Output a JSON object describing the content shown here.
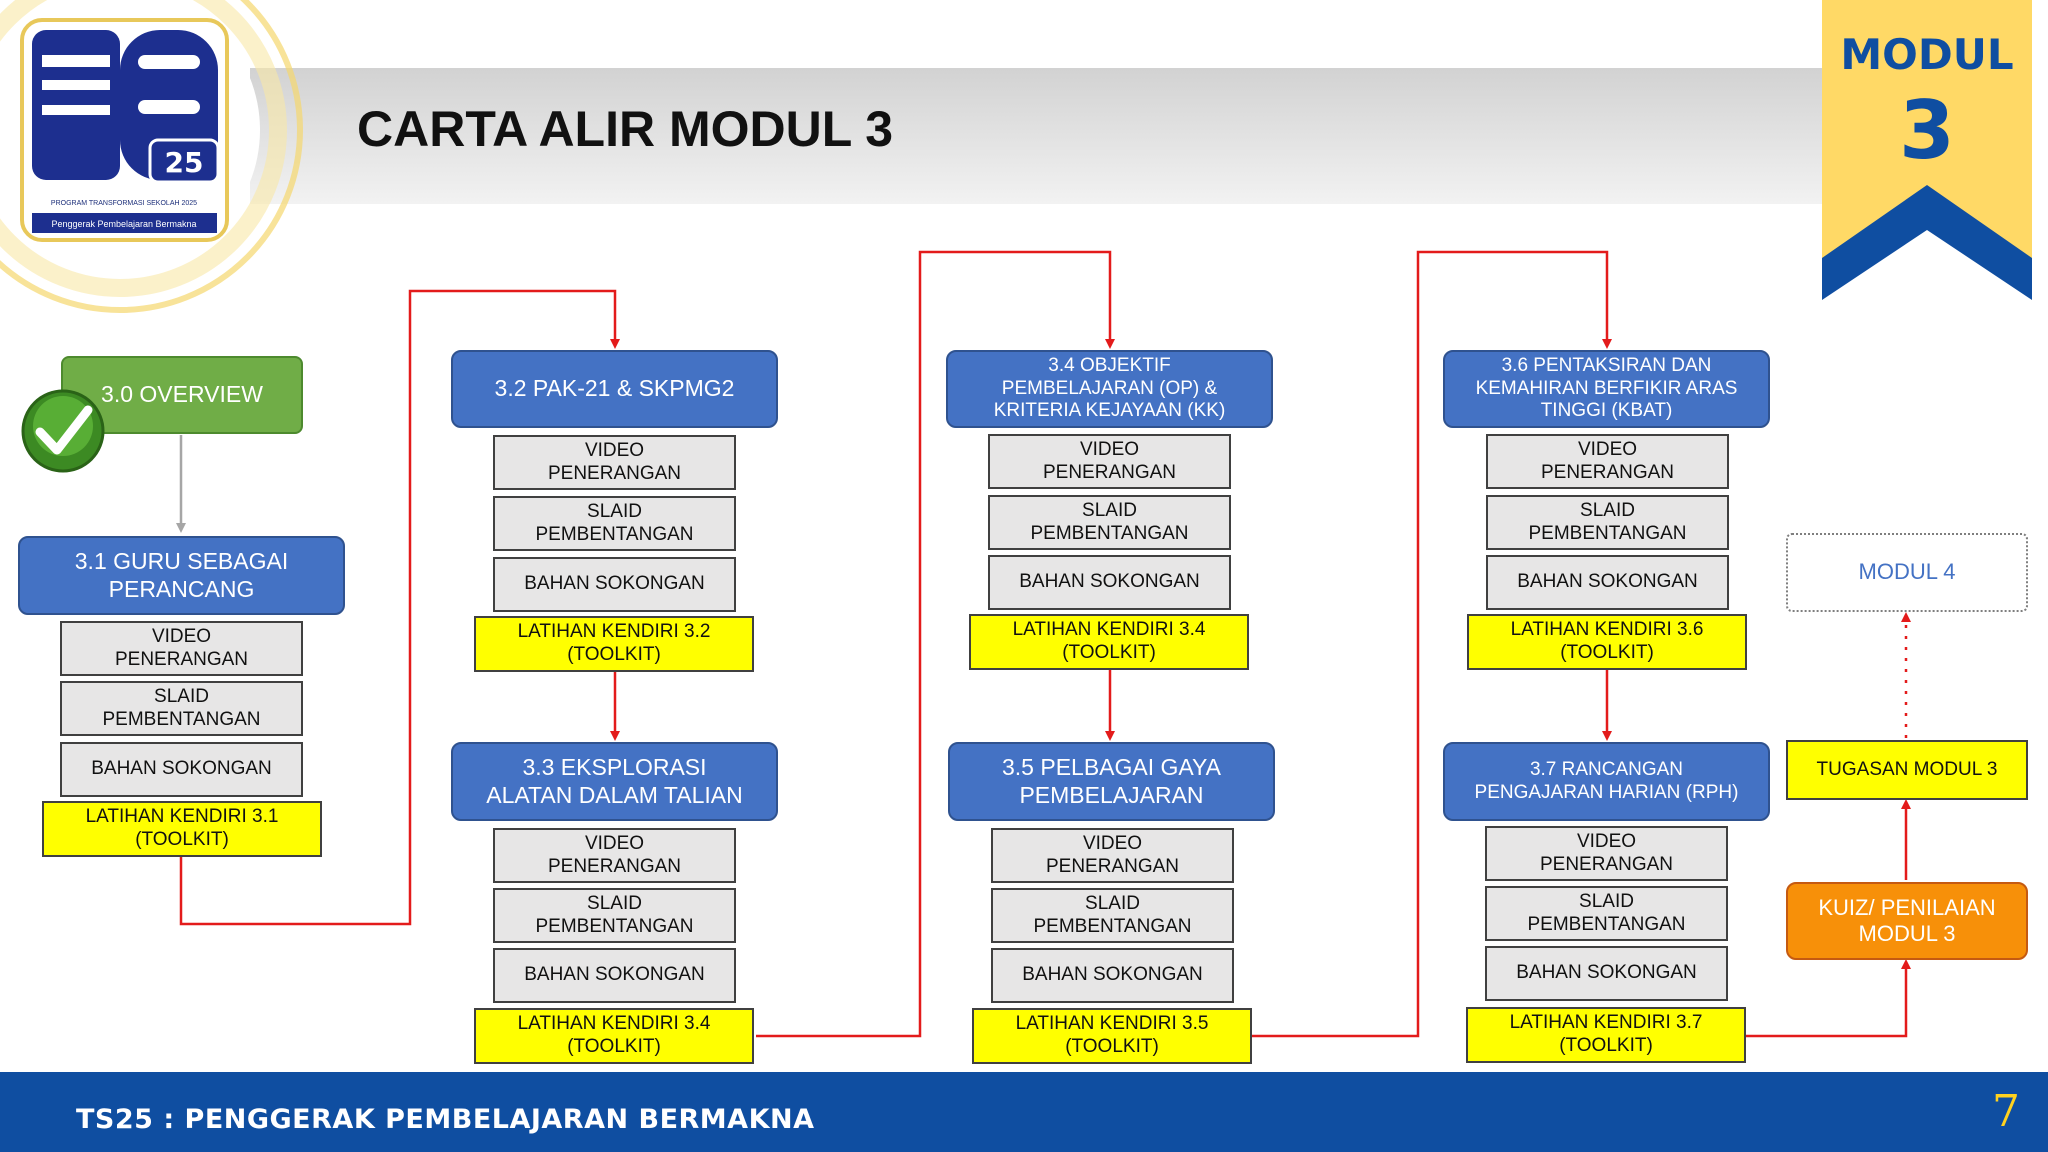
{
  "header": {
    "title": "CARTA ALIR MODUL 3",
    "badge_line1": "MODUL",
    "badge_line2": "3"
  },
  "logo": {
    "mark": "TS",
    "number": "25",
    "caption1": "PROGRAM TRANSFORMASI SEKOLAH 2025",
    "caption2": "Penggerak Pembelajaran Bermakna"
  },
  "colors": {
    "brand_blue": "#0f4ea1",
    "box_blue": "#4472c4",
    "box_green": "#70ad47",
    "box_yellow": "#ffff00",
    "box_gray": "#e7e6e6",
    "box_orange": "#f79009",
    "arrow_red": "#e31b1b",
    "badge_yellow": "#ffd966"
  },
  "col1": {
    "overview": "3.0 OVERVIEW",
    "m31": "3.1 GURU SEBAGAI\nPERANCANG",
    "video": "VIDEO\nPENERANGAN",
    "slaid": "SLAID\nPEMBENTANGAN",
    "bahan": "BAHAN SOKONGAN",
    "latihan": "LATIHAN KENDIRI 3.1\n(TOOLKIT)"
  },
  "col2": {
    "m32": "3.2 PAK-21 & SKPMG2",
    "video": "VIDEO\nPENERANGAN",
    "slaid": "SLAID\nPEMBENTANGAN",
    "bahan": "BAHAN SOKONGAN",
    "latihan": "LATIHAN KENDIRI 3.2\n(TOOLKIT)",
    "m33": "3.3 EKSPLORASI\nALATAN DALAM TALIAN",
    "video2": "VIDEO\nPENERANGAN",
    "slaid2": "SLAID\nPEMBENTANGAN",
    "bahan2": "BAHAN SOKONGAN",
    "latihan2": "LATIHAN KENDIRI 3.4\n(TOOLKIT)"
  },
  "col3": {
    "m34": "3.4 OBJEKTIF\nPEMBELAJARAN (OP) &\nKRITERIA KEJAYAAN (KK)",
    "video": "VIDEO\nPENERANGAN",
    "slaid": "SLAID\nPEMBENTANGAN",
    "bahan": "BAHAN SOKONGAN",
    "latihan": "LATIHAN KENDIRI 3.4\n(TOOLKIT)",
    "m35": "3.5 PELBAGAI GAYA\nPEMBELAJARAN",
    "video2": "VIDEO\nPENERANGAN",
    "slaid2": "SLAID\nPEMBENTANGAN",
    "bahan2": "BAHAN SOKONGAN",
    "latihan2": "LATIHAN KENDIRI 3.5\n(TOOLKIT)"
  },
  "col4": {
    "m36": "3.6 PENTAKSIRAN DAN\nKEMAHIRAN BERFIKIR ARAS\nTINGGI (KBAT)",
    "video": "VIDEO\nPENERANGAN",
    "slaid": "SLAID\nPEMBENTANGAN",
    "bahan": "BAHAN SOKONGAN",
    "latihan": "LATIHAN KENDIRI 3.6\n(TOOLKIT)",
    "m37": "3.7 RANCANGAN\nPENGAJARAN HARIAN (RPH)",
    "video2": "VIDEO\nPENERANGAN",
    "slaid2": "SLAID\nPEMBENTANGAN",
    "bahan2": "BAHAN SOKONGAN",
    "latihan2": "LATIHAN KENDIRI 3.7\n(TOOLKIT)"
  },
  "col5": {
    "modul4": "MODUL 4",
    "tugasan": "TUGASAN MODUL 3",
    "kuiz": "KUIZ/ PENILAIAN\nMODUL 3"
  },
  "footer": {
    "text": "TS25 : PENGGERAK PEMBELAJARAN BERMAKNA",
    "page": "7"
  }
}
